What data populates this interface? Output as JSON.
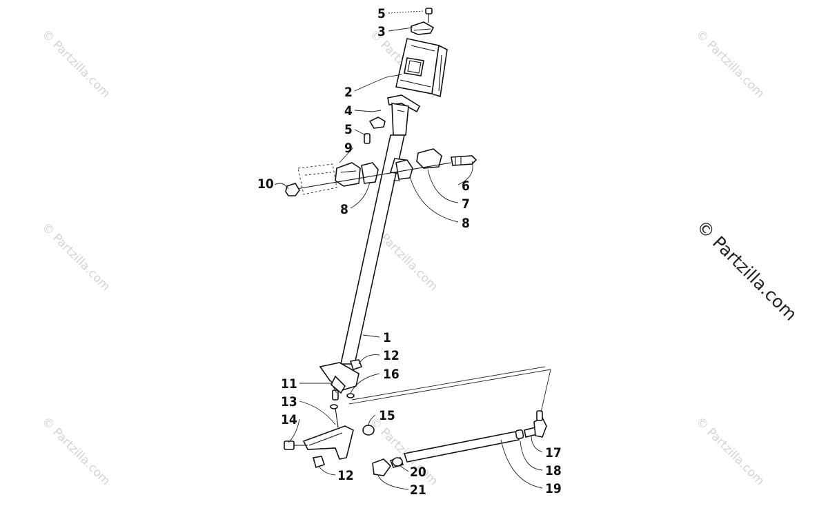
{
  "watermark": {
    "small": "© Partzilla.com",
    "big": "© Partzilla.com"
  },
  "callouts": {
    "c5_top": "5",
    "c3": "3",
    "c2": "2",
    "c4": "4",
    "c5_mid": "5",
    "c9": "9",
    "c10": "10",
    "c6": "6",
    "c7": "7",
    "c8_right": "8",
    "c8_left": "8",
    "c1": "1",
    "c12_top": "12",
    "c16": "16",
    "c11": "11",
    "c13": "13",
    "c14": "14",
    "c15": "15",
    "c12_bottom": "12",
    "c17": "17",
    "c18": "18",
    "c19": "19",
    "c20": "20",
    "c21": "21"
  },
  "colors": {
    "line": "#111111",
    "watermark": "#d4d4d4",
    "background": "#ffffff"
  }
}
